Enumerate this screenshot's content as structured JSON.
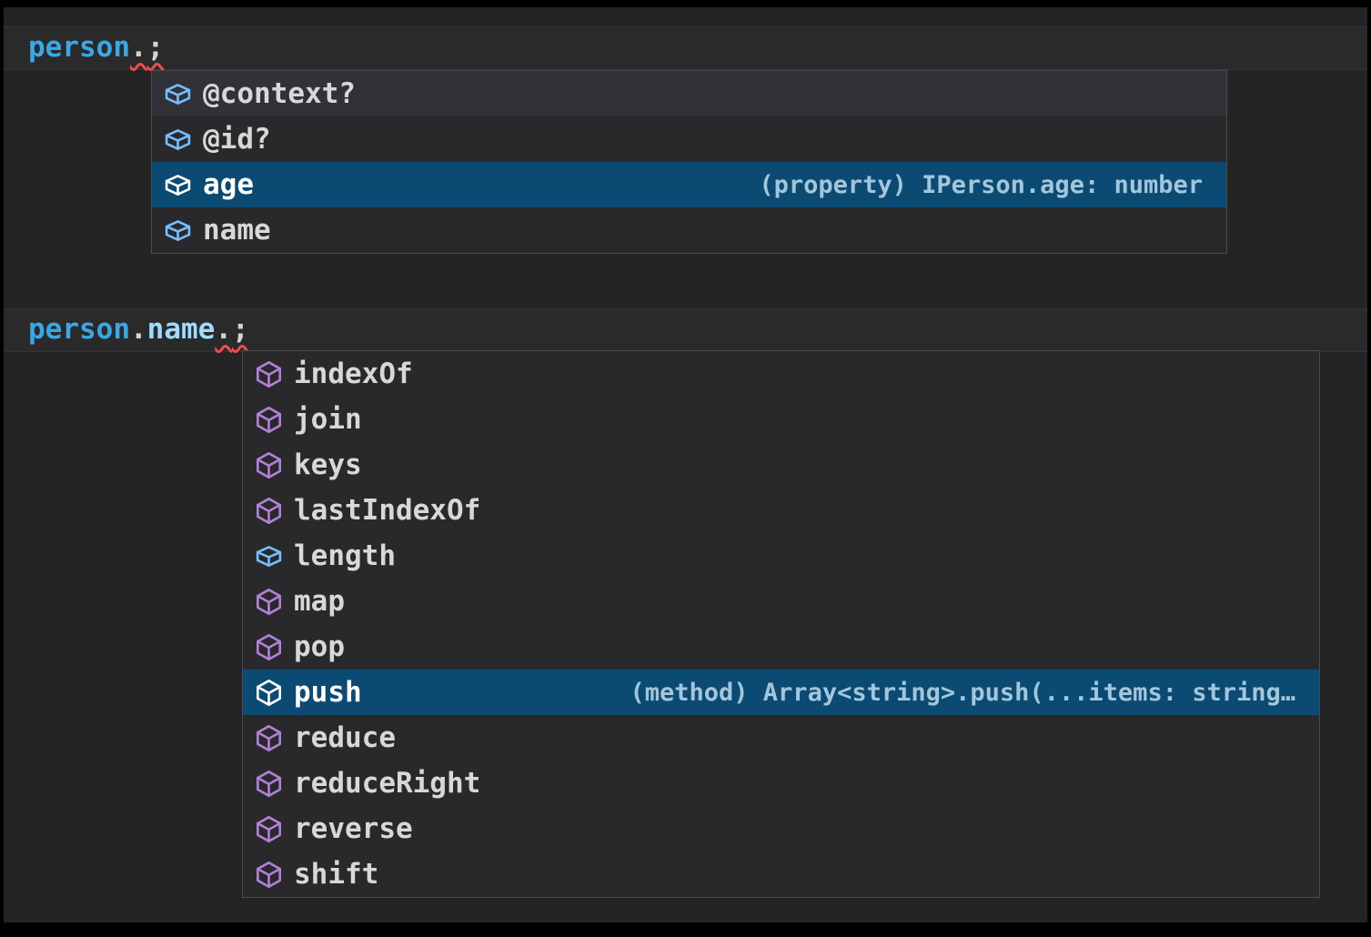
{
  "colors": {
    "editor_background": "#242425",
    "line_highlight": "#2a2a2b",
    "suggest_background": "#29292c",
    "suggest_border": "#4a4b4d",
    "selection_background": "#0b4a72",
    "field_icon": "#75beff",
    "method_icon": "#b180d7",
    "selected_icon": "#ffffff",
    "error_squiggle": "#f14c4c",
    "variable_primary": "#38a9e6",
    "variable_property": "#9cdcfe",
    "punctuation": "#d4d4d4"
  },
  "editor": {
    "lines": [
      {
        "name": "code-line-person",
        "tokens": [
          {
            "text": "person",
            "style": "variable_primary",
            "squiggle": false
          },
          {
            "text": ".",
            "style": "punctuation",
            "squiggle": true
          },
          {
            "text": ";",
            "style": "punctuation",
            "squiggle": true
          }
        ]
      },
      {
        "name": "code-line-person-name",
        "tokens": [
          {
            "text": "person",
            "style": "variable_primary",
            "squiggle": false
          },
          {
            "text": ".",
            "style": "punctuation",
            "squiggle": false
          },
          {
            "text": "name",
            "style": "variable_property",
            "squiggle": false
          },
          {
            "text": ".",
            "style": "punctuation",
            "squiggle": true
          },
          {
            "text": ";",
            "style": "punctuation",
            "squiggle": true
          }
        ]
      }
    ]
  },
  "suggest_widgets": [
    {
      "id": "person-member-suggestions",
      "items": [
        {
          "label": "@context?",
          "kind": "field",
          "state": "hover",
          "detail": ""
        },
        {
          "label": "@id?",
          "kind": "field",
          "state": "",
          "detail": ""
        },
        {
          "label": "age",
          "kind": "field",
          "state": "selected",
          "detail": "(property) IPerson.age: number"
        },
        {
          "label": "name",
          "kind": "field",
          "state": "",
          "detail": ""
        }
      ]
    },
    {
      "id": "string-member-suggestions",
      "items": [
        {
          "label": "indexOf",
          "kind": "method",
          "state": "",
          "detail": ""
        },
        {
          "label": "join",
          "kind": "method",
          "state": "",
          "detail": ""
        },
        {
          "label": "keys",
          "kind": "method",
          "state": "",
          "detail": ""
        },
        {
          "label": "lastIndexOf",
          "kind": "method",
          "state": "",
          "detail": ""
        },
        {
          "label": "length",
          "kind": "field",
          "state": "",
          "detail": ""
        },
        {
          "label": "map",
          "kind": "method",
          "state": "",
          "detail": ""
        },
        {
          "label": "pop",
          "kind": "method",
          "state": "",
          "detail": ""
        },
        {
          "label": "push",
          "kind": "method",
          "state": "selected",
          "detail": "(method) Array<string>.push(...items: string…"
        },
        {
          "label": "reduce",
          "kind": "method",
          "state": "",
          "detail": ""
        },
        {
          "label": "reduceRight",
          "kind": "method",
          "state": "",
          "detail": ""
        },
        {
          "label": "reverse",
          "kind": "method",
          "state": "",
          "detail": ""
        },
        {
          "label": "shift",
          "kind": "method",
          "state": "",
          "detail": ""
        }
      ]
    }
  ]
}
